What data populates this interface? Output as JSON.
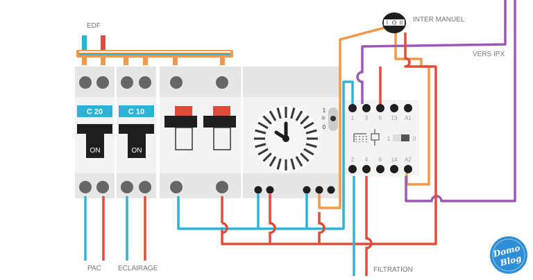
{
  "labels": {
    "edf": "EDF",
    "inter_manuel": "INTER MANUEL",
    "vers_ipx": "VERS IPX",
    "pac": "PAC",
    "eclairage": "ECLAIRAGE",
    "filtration": "FILTRATION"
  },
  "breakers": [
    {
      "rating": "C 20",
      "state": "ON"
    },
    {
      "rating": "C 10",
      "state": "ON"
    }
  ],
  "timer_switch": {
    "pos1": "1",
    "pos0": "0"
  },
  "contactor": {
    "top_terminals": [
      "1",
      "3",
      "5",
      "13",
      "A1"
    ],
    "bottom_terminals": [
      "2",
      "4",
      "6",
      "14",
      "A2"
    ],
    "toggle_on": "1",
    "toggle_off": "0"
  },
  "inter_manuel_marks": {
    "left": "I",
    "mid": "O",
    "right": "II"
  },
  "logo": {
    "line1": "Domo",
    "line2": "Blog"
  },
  "colors": {
    "phase": "#e04b3a",
    "neutral": "#2eb3d6",
    "orange": "#f2994a",
    "purple": "#9b59b6",
    "module": "#e6e6e6",
    "breaker_label": "#2eb3d6"
  }
}
